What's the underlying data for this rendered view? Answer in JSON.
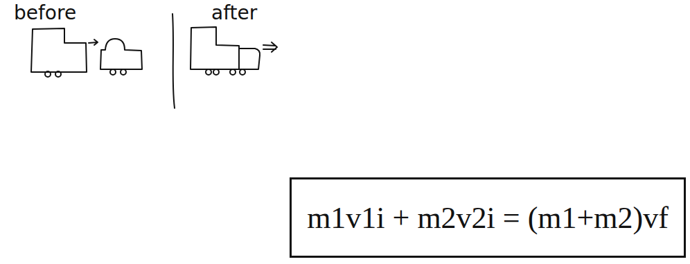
{
  "diagram": {
    "nodes": [
      {
        "text": [
          "m1v1i + m2v2i = (m1+m2)vf"
        ]
      }
    ],
    "labels": [
      "before",
      "after"
    ]
  }
}
